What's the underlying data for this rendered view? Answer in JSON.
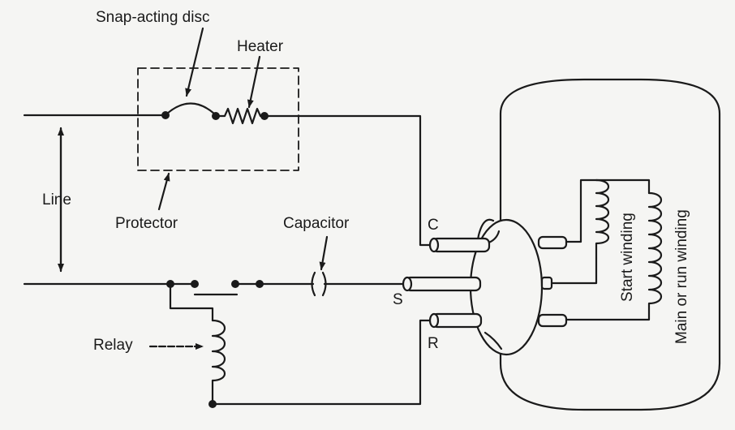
{
  "labels": {
    "snap_acting_disc": "Snap-acting disc",
    "heater": "Heater",
    "line": "Line",
    "protector": "Protector",
    "capacitor": "Capacitor",
    "relay": "Relay",
    "terminal_c": "C",
    "terminal_s": "S",
    "terminal_r": "R",
    "start_winding": "Start winding",
    "main_winding": "Main or run winding"
  },
  "colors": {
    "ink": "#1a1a1a",
    "paper": "#f5f5f3"
  }
}
